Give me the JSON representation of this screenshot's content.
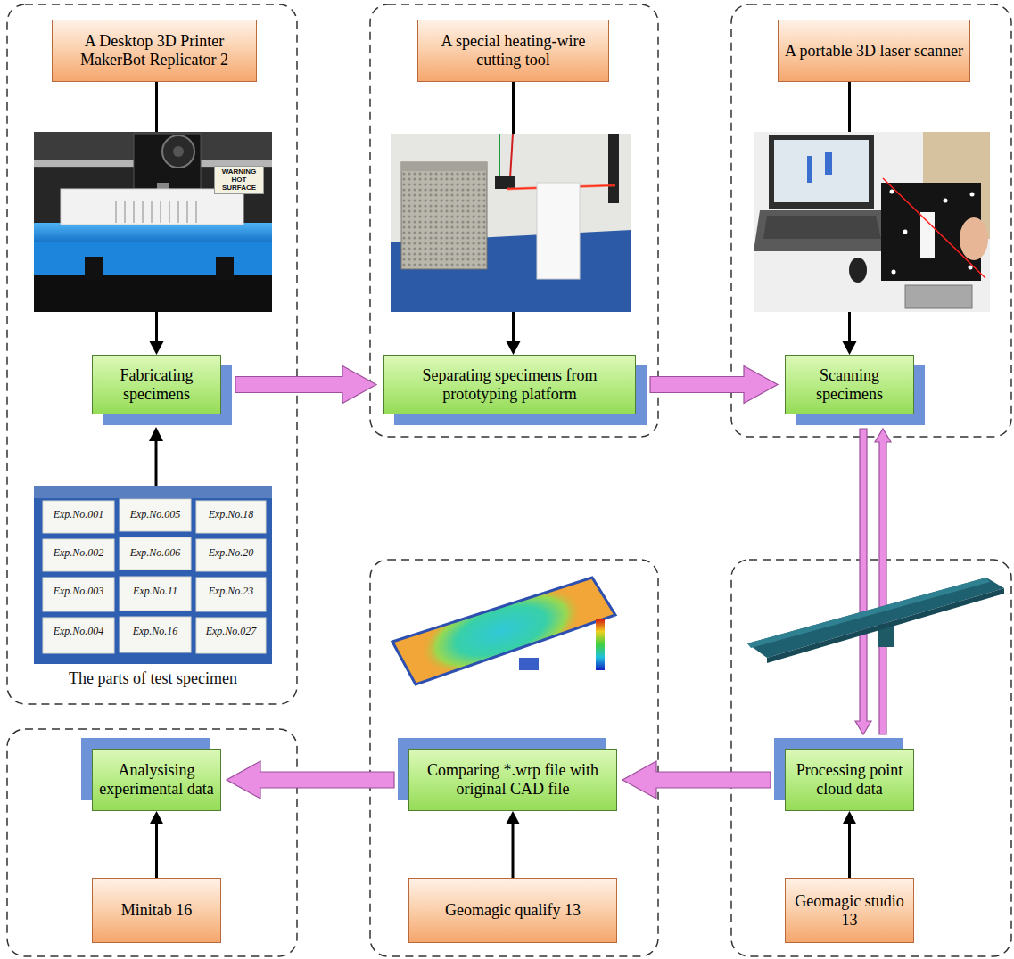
{
  "diagram": {
    "nodes": [
      {
        "text": [
          "A Desktop 3D Printer MakerBot Replicator 2"
        ]
      },
      {
        "text": [
          "A special heating-wire cutting tool"
        ]
      },
      {
        "text": [
          "A portable 3D laser scanner"
        ]
      },
      {
        "text": [
          "Fabricating specimens"
        ]
      },
      {
        "text": [
          "Separating specimens from prototyping platform"
        ]
      },
      {
        "text": [
          "Scanning specimens"
        ]
      },
      {
        "text": [
          "Analysising experimental data"
        ]
      },
      {
        "text": [
          "Comparing *.wrp file with original CAD file"
        ]
      },
      {
        "text": [
          "Processing point cloud data"
        ]
      },
      {
        "text": [
          "Minitab 16"
        ]
      },
      {
        "text": [
          "Geomagic qualify 13"
        ]
      },
      {
        "text": [
          "Geomagic studio 13"
        ]
      }
    ],
    "edges": [
      {
        "from": 0,
        "to": 3,
        "arrow": "to"
      },
      {
        "from": 3,
        "to": 4,
        "arrow": "to"
      },
      {
        "from": 1,
        "to": 4,
        "arrow": "to"
      },
      {
        "from": 4,
        "to": 5,
        "arrow": "to"
      },
      {
        "from": 2,
        "to": 5,
        "arrow": "to"
      },
      {
        "from": 5,
        "to": 8,
        "arrow": "to"
      },
      {
        "from": 8,
        "to": 5,
        "arrow": "to"
      },
      {
        "from": 11,
        "to": 8,
        "arrow": "to"
      },
      {
        "from": 8,
        "to": 7,
        "arrow": "to"
      },
      {
        "from": 10,
        "to": 7,
        "arrow": "to"
      },
      {
        "from": 7,
        "to": 6,
        "arrow": "to"
      },
      {
        "from": 9,
        "to": 6,
        "arrow": "to"
      }
    ],
    "labels": [
      "WARNING HOT SURFACE",
      "Exp.No.001",
      "Exp.No.005",
      "Exp.No.18",
      "Exp.No.002",
      "Exp.No.006",
      "Exp.No.20",
      "Exp.No.003",
      "Exp.No.11",
      "Exp.No.23",
      "Exp.No.004",
      "Exp.No.16",
      "Exp.No.027",
      "The parts of test specimen"
    ]
  }
}
